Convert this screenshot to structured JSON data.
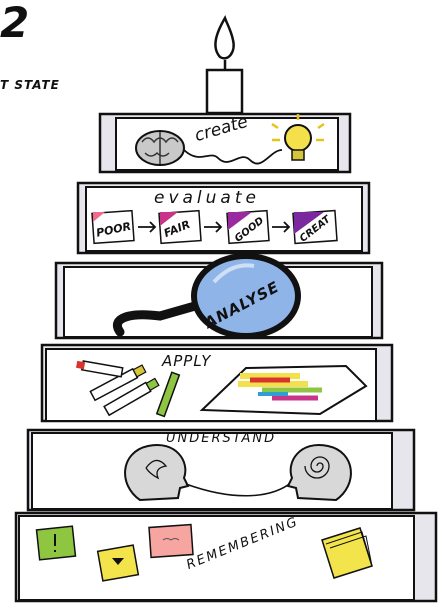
{
  "heading": {
    "glyph": "2",
    "subtitle": "T STATE"
  },
  "levels": [
    {
      "name": "create",
      "icons": [
        "brain-icon",
        "lightbulb-icon"
      ]
    },
    {
      "name": "evaluate",
      "scale": [
        "POOR",
        "FAIR",
        "GOOD",
        "CREAT"
      ]
    },
    {
      "name": "ANALYSE",
      "icons": [
        "magnifying-glass-icon"
      ]
    },
    {
      "name": "APPLY",
      "icons": [
        "markers-icon",
        "painted-paper-icon"
      ]
    },
    {
      "name": "UNDERSTAND",
      "icons": [
        "thinking-heads-icon"
      ]
    },
    {
      "name": "REMEMBERING",
      "icons": [
        "sticky-notes-icon"
      ]
    }
  ],
  "top_icon": "candle-icon",
  "colors": {
    "step_fill": "#ffffff",
    "step_side": "#e6e6ec",
    "outline": "#111111",
    "sticky_pink": "#f06a8c",
    "sticky_purple": "#7a2a9e",
    "lens": "#8fb4e8",
    "note_green": "#8fc641",
    "note_yellow": "#f2e44a",
    "note_pink": "#f7a5a0"
  }
}
